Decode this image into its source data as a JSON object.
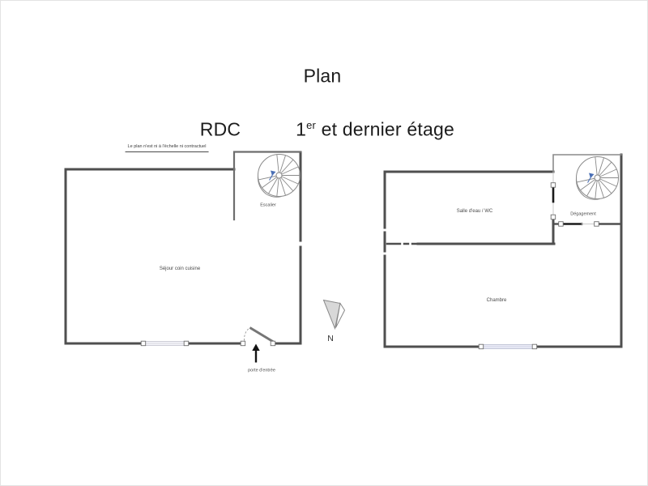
{
  "titles": {
    "main": "Plan",
    "floor_left": "RDC",
    "floor_right_prefix": "1",
    "floor_right_sup": "er",
    "floor_right_suffix": " et dernier étage"
  },
  "disclaimer": "Le plan n'est ni à l'échelle ni contractuel",
  "labels": {
    "escalier": "Escalier",
    "sejour": "Séjour coin cuisine",
    "porte_entree": "porte d'entrée",
    "salle_eau": "Salle d'eau / WC",
    "degagement": "Dégagement",
    "chambre": "Chambre",
    "north": "N"
  },
  "icons": {
    "staircase": "spiral-staircase-icon",
    "north_arrow": "north-arrow-icon",
    "entrance_arrow": "entrance-direction-arrow-icon"
  },
  "colors": {
    "wall": "#4f4f4f",
    "thin_wall": "#8a8a8a",
    "door_leaf": "#767676",
    "door_leaf_dark": "#1a1a1a",
    "window_fill_left": "#f3f3f8",
    "window_fill_right": "#eaebf6",
    "stair_stroke": "#8a8a8a",
    "compass_fill": "#d8d8d8",
    "blue_arrow": "#4a6fb5",
    "text": "#4a4a4a",
    "title_text": "#1c1c1c"
  }
}
